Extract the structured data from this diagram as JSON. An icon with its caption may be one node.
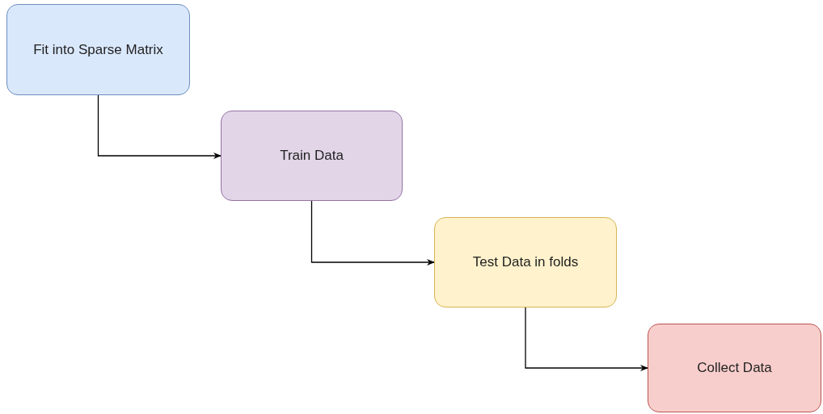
{
  "diagram": {
    "nodes": [
      {
        "text": [
          "Fit into Sparse Matrix"
        ]
      },
      {
        "text": [
          "Train Data"
        ]
      },
      {
        "text": [
          "Test Data in folds"
        ]
      },
      {
        "text": [
          "Collect Data"
        ]
      }
    ],
    "edges": [
      {
        "from": 0,
        "to": 1,
        "arrow": "to"
      },
      {
        "from": 1,
        "to": 2,
        "arrow": "to"
      },
      {
        "from": 2,
        "to": 3,
        "arrow": "to"
      }
    ]
  }
}
